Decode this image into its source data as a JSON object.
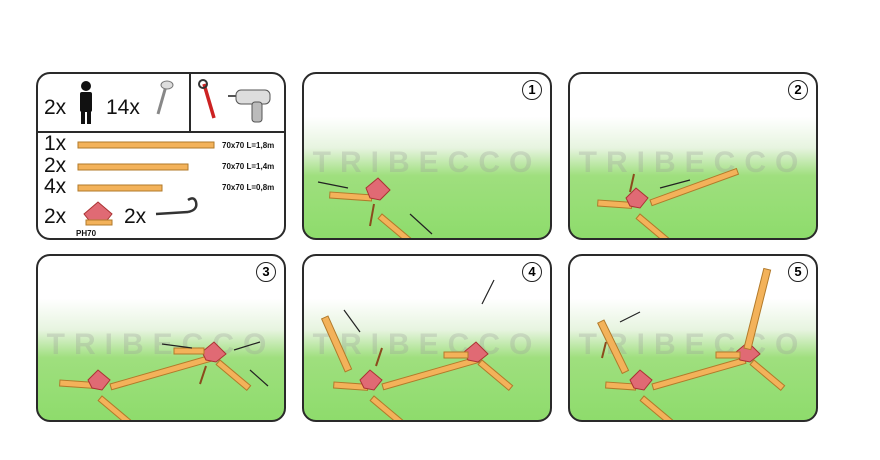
{
  "bom": {
    "person_qty": "2x",
    "screw_qty": "14x",
    "beams": [
      {
        "qty": "1x",
        "dim": "70x70 L=1,8m"
      },
      {
        "qty": "2x",
        "dim": "70x70 L=1,4m"
      },
      {
        "qty": "4x",
        "dim": "70x70 L=0,8m"
      }
    ],
    "connector_qty": "2x",
    "connector_label": "PH70",
    "hook_qty": "2x"
  },
  "watermark": "TRIBECCO",
  "steps": [
    "1",
    "2",
    "3",
    "4",
    "5"
  ],
  "colors": {
    "wood": "#f3b25a",
    "wood_edge": "#b27a2a",
    "connector": "#e06a74",
    "grass": "#8edc6c",
    "outline": "#2a2a2a"
  }
}
